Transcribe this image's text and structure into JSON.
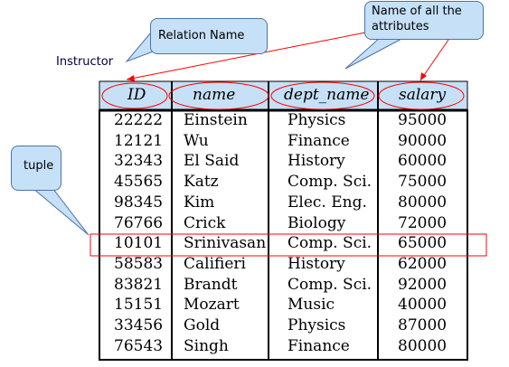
{
  "relation_name": "Instructor",
  "callouts": {
    "relation": "Relation Name",
    "attributes_line1": "Name of all the",
    "attributes_line2": "attributes",
    "tuple": "tuple"
  },
  "columns": [
    "ID",
    "name",
    "dept_name",
    "salary"
  ],
  "rows": [
    [
      "22222",
      "Einstein",
      "Physics",
      "95000"
    ],
    [
      "12121",
      "Wu",
      "Finance",
      "90000"
    ],
    [
      "32343",
      "El Said",
      "History",
      "60000"
    ],
    [
      "45565",
      "Katz",
      "Comp. Sci.",
      "75000"
    ],
    [
      "98345",
      "Kim",
      "Elec. Eng.",
      "80000"
    ],
    [
      "76766",
      "Crick",
      "Biology",
      "72000"
    ],
    [
      "10101",
      "Srinivasan",
      "Comp. Sci.",
      "65000"
    ],
    [
      "58583",
      "Califieri",
      "History",
      "62000"
    ],
    [
      "83821",
      "Brandt",
      "Comp. Sci.",
      "92000"
    ],
    [
      "15151",
      "Mozart",
      "Music",
      "40000"
    ],
    [
      "33456",
      "Gold",
      "Physics",
      "87000"
    ],
    [
      "76543",
      "Singh",
      "Finance",
      "80000"
    ]
  ],
  "colors": {
    "header_fill": "#c6e0f7",
    "callout_fill": "#c6e0f7",
    "highlight": "#ff0000",
    "table_border": "#000000"
  }
}
